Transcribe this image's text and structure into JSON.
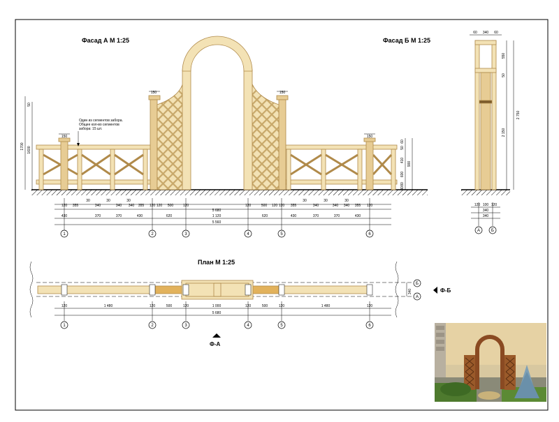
{
  "sheet": {
    "titles": {
      "facade_a": "Фасад А  М 1:25",
      "facade_b": "Фасад Б  М 1:25",
      "plan": "План  М 1:25"
    },
    "note_lines": [
      "Один из сегментов забора.",
      "Общее кол-во сегментов",
      "забора: 15 шт."
    ],
    "section_marks": {
      "fa": "Ф-А",
      "fb": "Ф-Б"
    },
    "axes_numbers": [
      "1",
      "2",
      "3",
      "4",
      "5",
      "6"
    ],
    "axes_letters": [
      "А",
      "Б"
    ],
    "facade_a_dims": {
      "post_top": [
        "150",
        "150",
        "150",
        "150"
      ],
      "heights_left": [
        "1700",
        "1600",
        "50"
      ],
      "heights_right": [
        "60",
        "50",
        "410",
        "600",
        "900",
        "80",
        "40"
      ],
      "row1": [
        "120",
        "355",
        "340",
        "340",
        "340",
        "355",
        "120",
        "120",
        "500",
        "120",
        "120",
        "500",
        "120",
        "120",
        "355",
        "340",
        "340",
        "340",
        "355",
        "120"
      ],
      "row1_small": [
        "30",
        "30",
        "30",
        "30",
        "30",
        "30"
      ],
      "row2": [
        "5 680"
      ],
      "row3": [
        "430",
        "370",
        "370",
        "430",
        "620",
        "1 120",
        "620",
        "430",
        "370",
        "370",
        "430"
      ],
      "row4": [
        "5 560"
      ]
    },
    "facade_b_dims": {
      "top": [
        "60",
        "340",
        "60"
      ],
      "side": [
        "550",
        "50",
        "2 750",
        "2 150"
      ],
      "bottom1": [
        "120",
        "100",
        "120"
      ],
      "bottom2": [
        "340"
      ],
      "bottom3": [
        "340"
      ]
    },
    "plan_dims": {
      "row1": [
        "120",
        "1 480",
        "120",
        "500",
        "120",
        "1 000",
        "120",
        "500",
        "120",
        "1 480",
        "120"
      ],
      "row2": [
        "5 680"
      ],
      "depth": "340"
    },
    "photo": {
      "description_icon": "garden-arch-photo"
    }
  }
}
